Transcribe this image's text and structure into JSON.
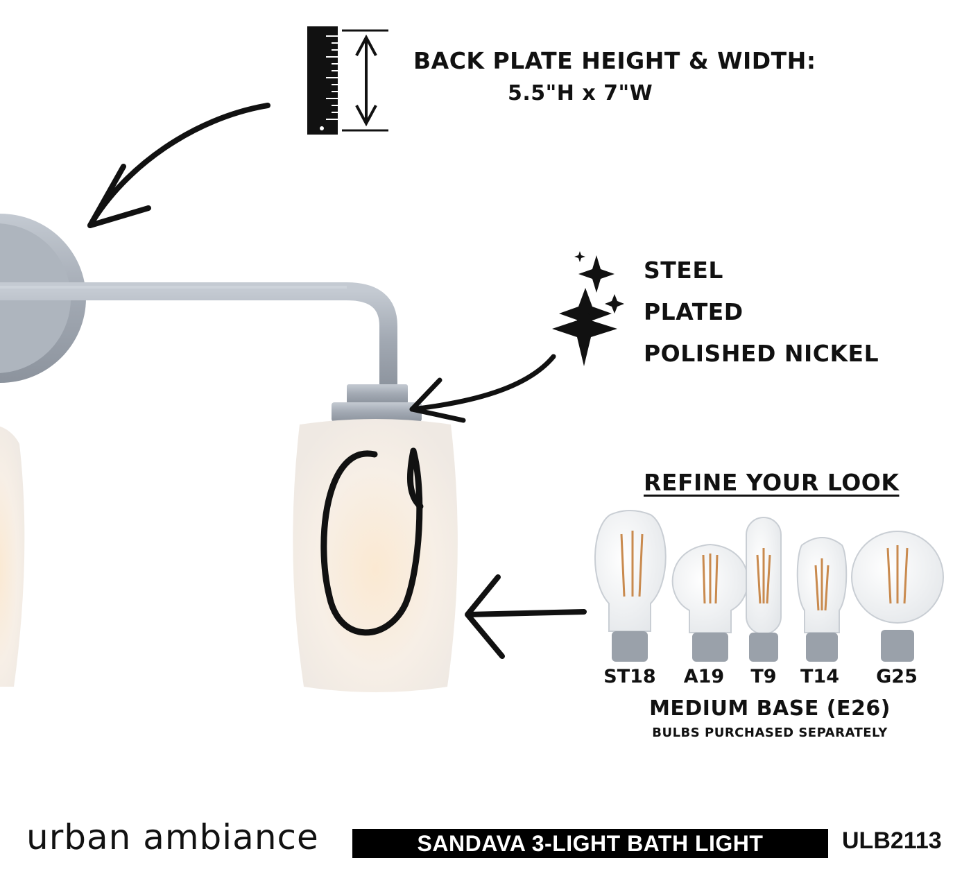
{
  "specs": {
    "backplate_title": "BACK PLATE HEIGHT & WIDTH:",
    "backplate_value": "5.5\"H x 7\"W"
  },
  "materials": [
    "STEEL",
    "PLATED",
    "POLISHED NICKEL"
  ],
  "refine": {
    "title": "REFINE YOUR LOOK",
    "bulbs": [
      {
        "label": "ST18",
        "icon": "st18-bulb-icon"
      },
      {
        "label": "A19",
        "icon": "a19-bulb-icon"
      },
      {
        "label": "T9",
        "icon": "t9-bulb-icon"
      },
      {
        "label": "T14",
        "icon": "t14-bulb-icon"
      },
      {
        "label": "G25",
        "icon": "g25-bulb-icon"
      }
    ],
    "base": "MEDIUM BASE (E26)",
    "note": "BULBS PURCHASED SEPARATELY"
  },
  "footer": {
    "brand": "urban ambiance",
    "product_name": "SANDAVA 3-LIGHT BATH LIGHT",
    "sku": "ULB2113"
  },
  "colors": {
    "nickel": "#a9b0b9",
    "glass": "#f6f1ea",
    "ink": "#111111"
  }
}
